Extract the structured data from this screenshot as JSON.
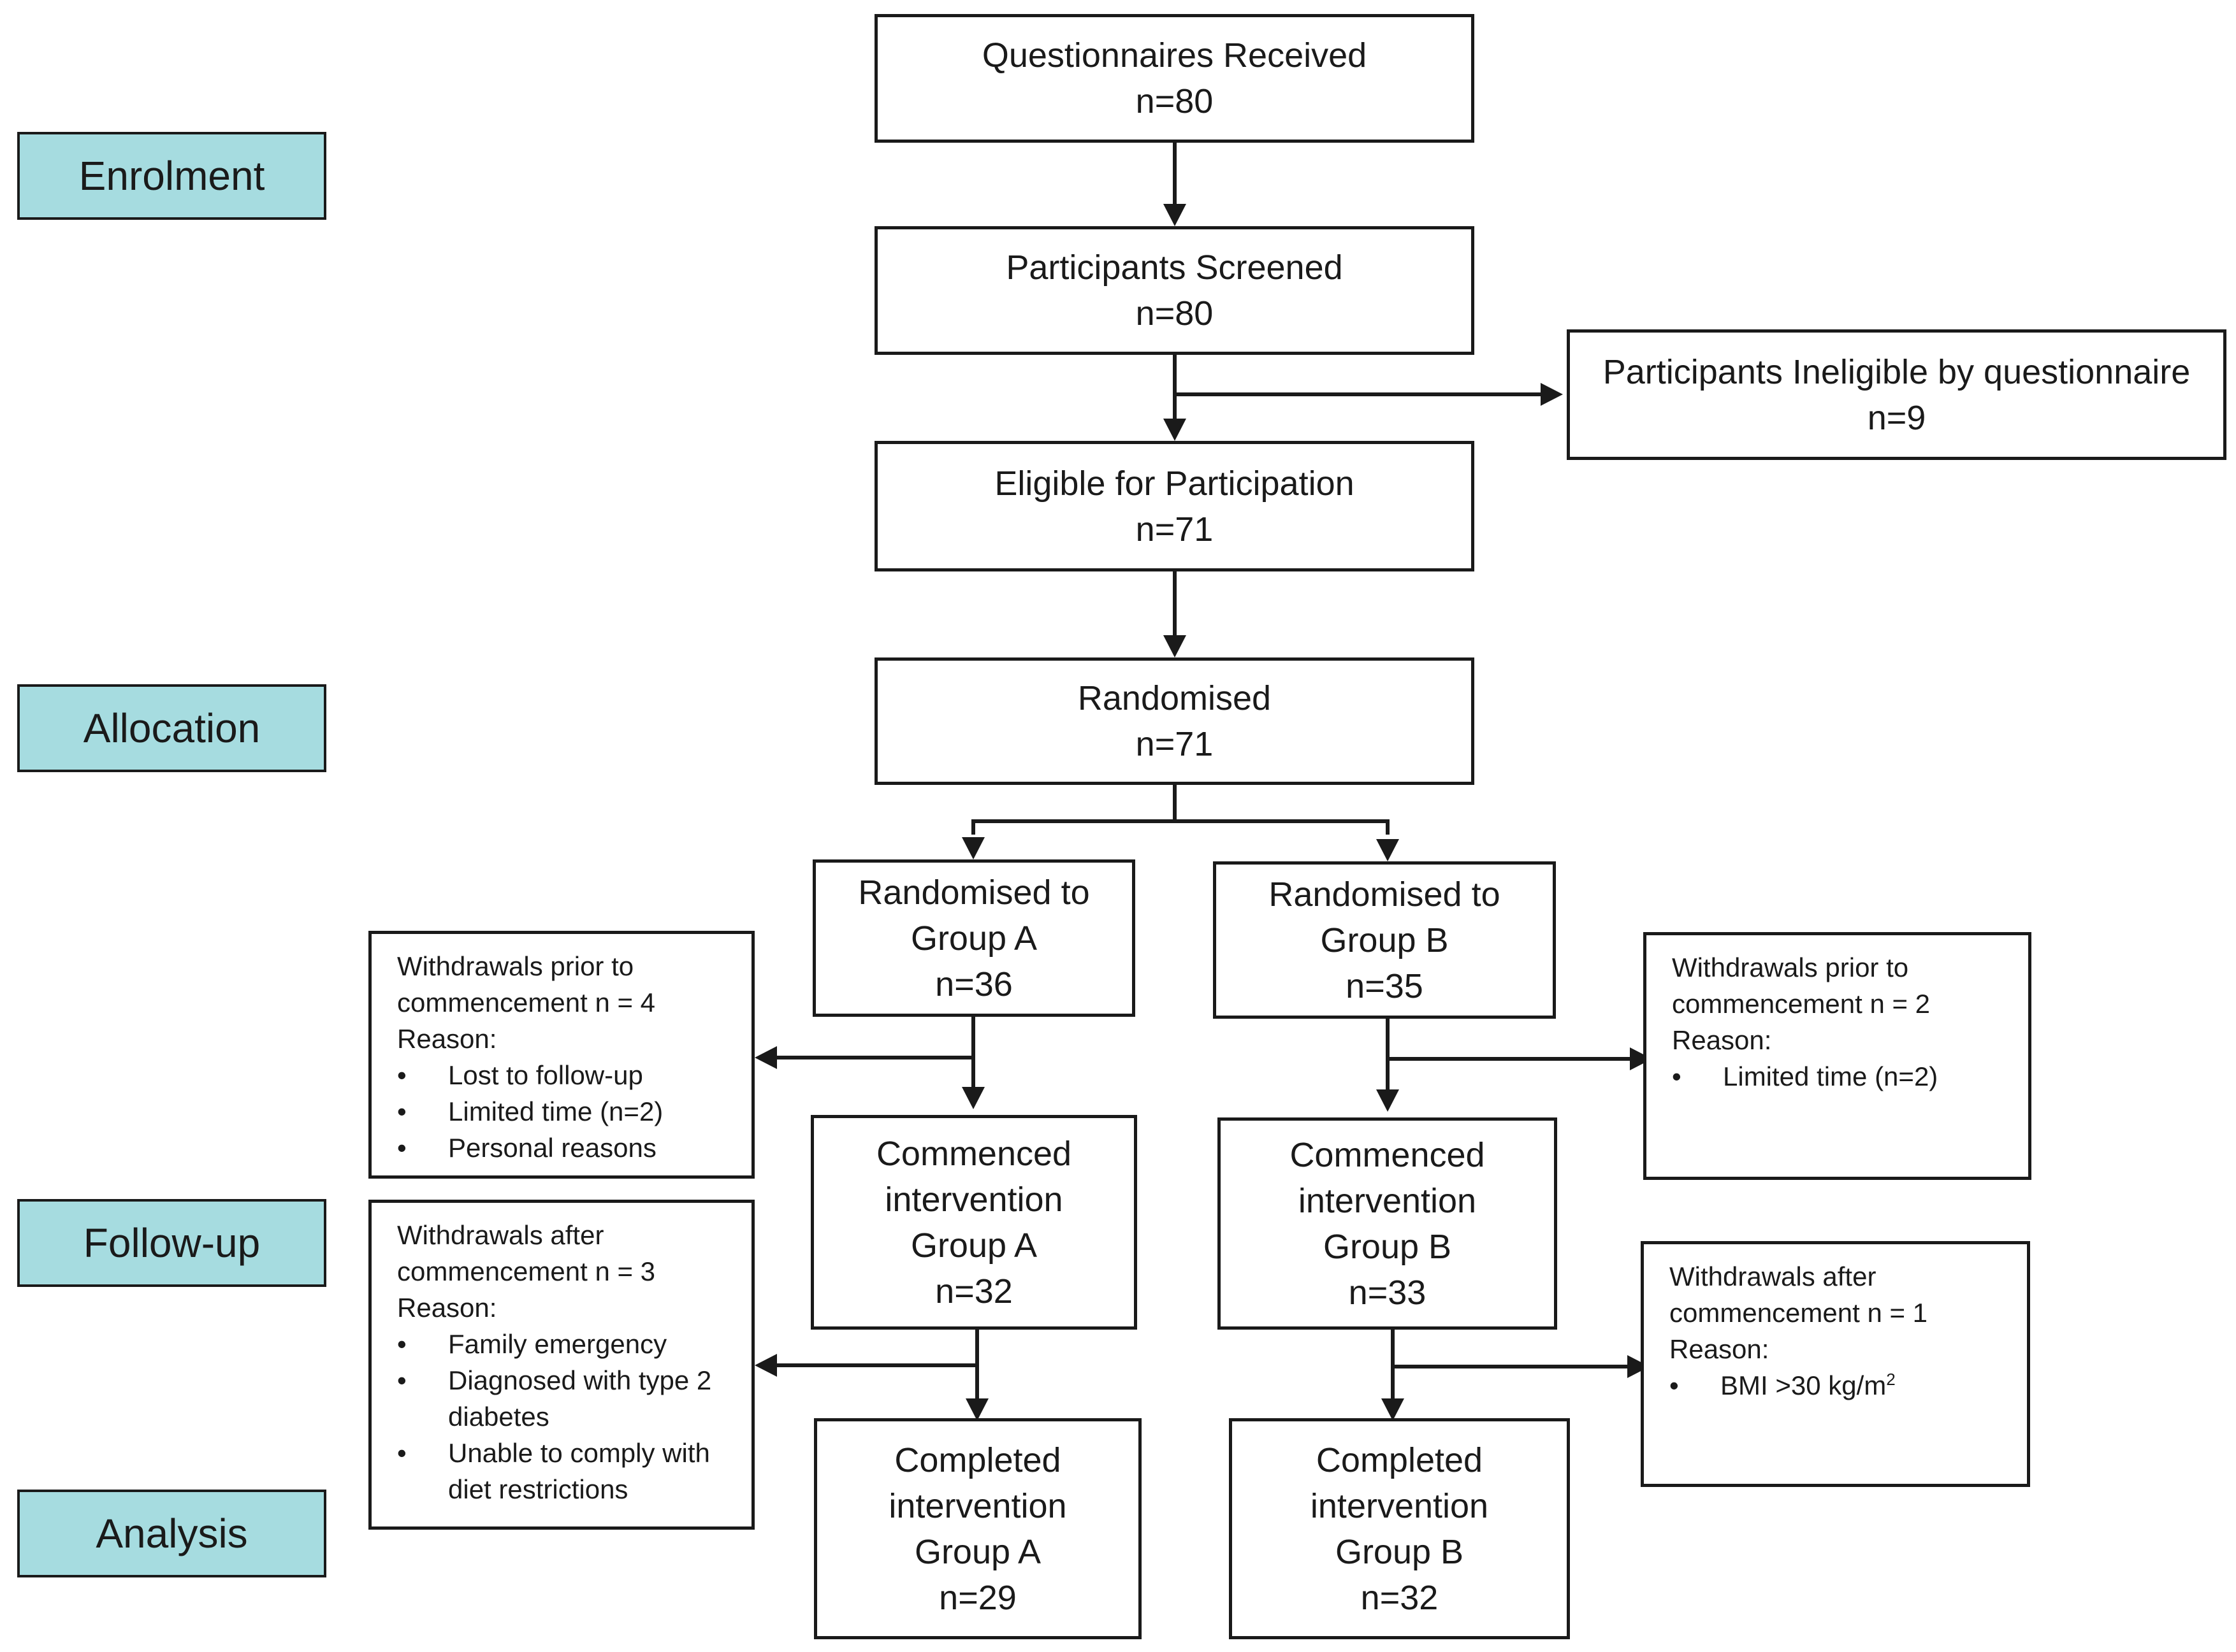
{
  "stages": {
    "enrolment": "Enrolment",
    "allocation": "Allocation",
    "follow_up": "Follow-up",
    "analysis": "Analysis"
  },
  "boxes": {
    "received": {
      "title": "Questionnaires Received",
      "n": "n=80"
    },
    "screened": {
      "title": "Participants Screened",
      "n": "n=80"
    },
    "ineligible": {
      "title": "Participants Ineligible by questionnaire",
      "n": "n=9"
    },
    "eligible": {
      "title": "Eligible for Participation",
      "n": "n=71"
    },
    "randomised": {
      "title": "Randomised",
      "n": "n=71"
    },
    "group_a": {
      "line1": "Randomised to",
      "line2": "Group A",
      "n": "n=36"
    },
    "group_b": {
      "line1": "Randomised to",
      "line2": "Group B",
      "n": "n=35"
    },
    "commenced_a": {
      "line1": "Commenced",
      "line2": "intervention",
      "line3": "Group A",
      "n": "n=32"
    },
    "commenced_b": {
      "line1": "Commenced",
      "line2": "intervention",
      "line3": "Group B",
      "n": "n=33"
    },
    "completed_a": {
      "line1": "Completed",
      "line2": "intervention",
      "line3": "Group A",
      "n": "n=29"
    },
    "completed_b": {
      "line1": "Completed",
      "line2": "intervention",
      "line3": "Group B",
      "n": "n=32"
    }
  },
  "notes": {
    "prior_a": {
      "line1": "Withdrawals prior to",
      "line2": "commencement n = 4",
      "reason": "Reason:",
      "items": [
        "Lost to follow-up",
        "Limited time (n=2)",
        "Personal reasons"
      ]
    },
    "prior_b": {
      "line1": "Withdrawals prior to",
      "line2": "commencement n = 2",
      "reason": "Reason:",
      "items": [
        "Limited time (n=2)"
      ]
    },
    "after_a": {
      "line1": "Withdrawals after",
      "line2": "commencement n = 3",
      "reason": "Reason:",
      "items": [
        {
          "text": "Family emergency"
        },
        {
          "text": "Diagnosed with type 2",
          "cont": "diabetes"
        },
        {
          "text": "Unable to comply with",
          "cont": "diet restrictions"
        }
      ]
    },
    "after_b": {
      "line1": "Withdrawals after",
      "line2": "commencement n = 1",
      "reason": "Reason:",
      "items": [
        {
          "text": "BMI >30 kg/m",
          "sup": "2"
        }
      ]
    }
  }
}
